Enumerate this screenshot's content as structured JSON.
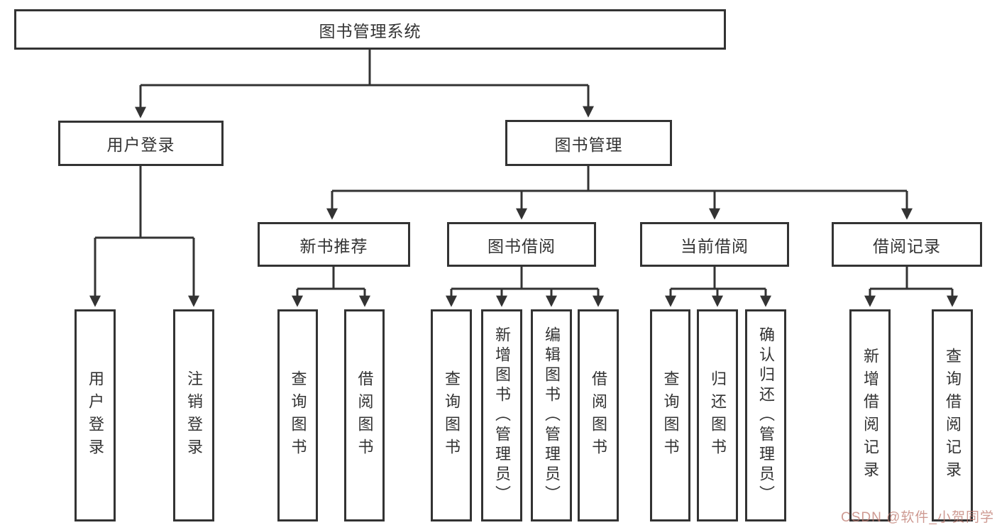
{
  "diagram": {
    "watermark": "CSDN @软件_小贺同学",
    "colors": {
      "line": "#333333",
      "text": "#333333",
      "watermark_tint": "#be786e"
    },
    "tree": {
      "label": "图书管理系统",
      "children": [
        {
          "label": "用户登录",
          "children": [
            {
              "label": "用户登录"
            },
            {
              "label": "注销登录"
            }
          ]
        },
        {
          "label": "图书管理",
          "children": [
            {
              "label": "新书推荐",
              "children": [
                {
                  "label": "查询图书"
                },
                {
                  "label": "借阅图书"
                }
              ]
            },
            {
              "label": "图书借阅",
              "children": [
                {
                  "label": "查询图书"
                },
                {
                  "label": "新增图书（管理员）"
                },
                {
                  "label": "编辑图书（管理员）"
                },
                {
                  "label": "借阅图书"
                }
              ]
            },
            {
              "label": "当前借阅",
              "children": [
                {
                  "label": "查询图书"
                },
                {
                  "label": "归还图书"
                },
                {
                  "label": "确认归还（管理员）"
                }
              ]
            },
            {
              "label": "借阅记录",
              "children": [
                {
                  "label": "新增借阅记录"
                },
                {
                  "label": "查询借阅记录"
                }
              ]
            }
          ]
        }
      ]
    }
  }
}
